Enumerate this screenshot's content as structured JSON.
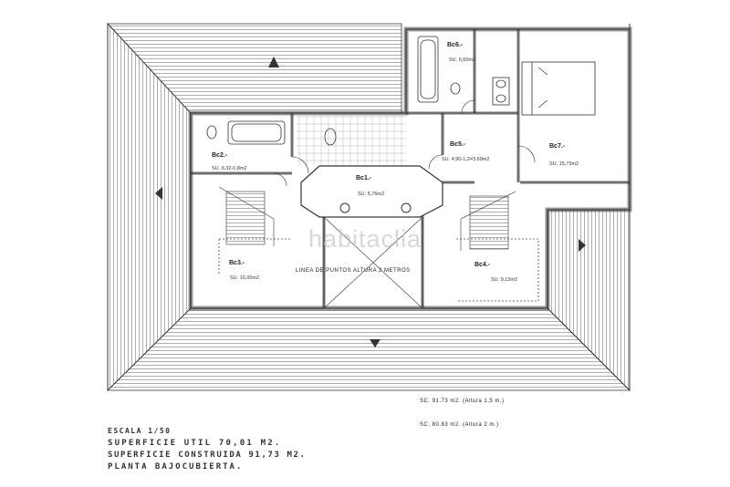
{
  "rooms": [
    {
      "id": "bc1",
      "name": "Bc1.-",
      "area": "SU. 5,76m2"
    },
    {
      "id": "bc2",
      "name": "Bc2.-",
      "area": "SU. 6,32-0,8m2"
    },
    {
      "id": "bc3",
      "name": "Bc3.-",
      "area": "SU. 16,00m2"
    },
    {
      "id": "bc4",
      "name": "Bc4.-",
      "area": "SU. 9,13m2"
    },
    {
      "id": "bc5",
      "name": "Bc5.-",
      "area": "SU. 4,90-1,2=3,69m2"
    },
    {
      "id": "bc6",
      "name": "Bc6.-",
      "area": "SU. 6,60m2"
    },
    {
      "id": "bc7",
      "name": "Bc7.-",
      "area": "SU. 15,73m2"
    }
  ],
  "dotted_line_note": "LINEA DE PUNTOS ALTURA 2 METROS",
  "sc_notes": [
    "SC. 91.73 m2. (Altura 1,5 m.)",
    "SC. 80.83 m2. (Altura 2 m.)"
  ],
  "footer": {
    "scale": "ESCALA 1/50",
    "useful_area": "SUPERFICIE UTIL 70,01 M2.",
    "built_area": "SUPERFICIE CONSTRUIDA 91,73 M2.",
    "floor": "PLANTA BAJOCUBIERTA."
  },
  "watermark": "habitaclia",
  "colors": {
    "line": "#333333",
    "wall": "#9a9a9a",
    "wall_fill": "#d8d8d8"
  }
}
